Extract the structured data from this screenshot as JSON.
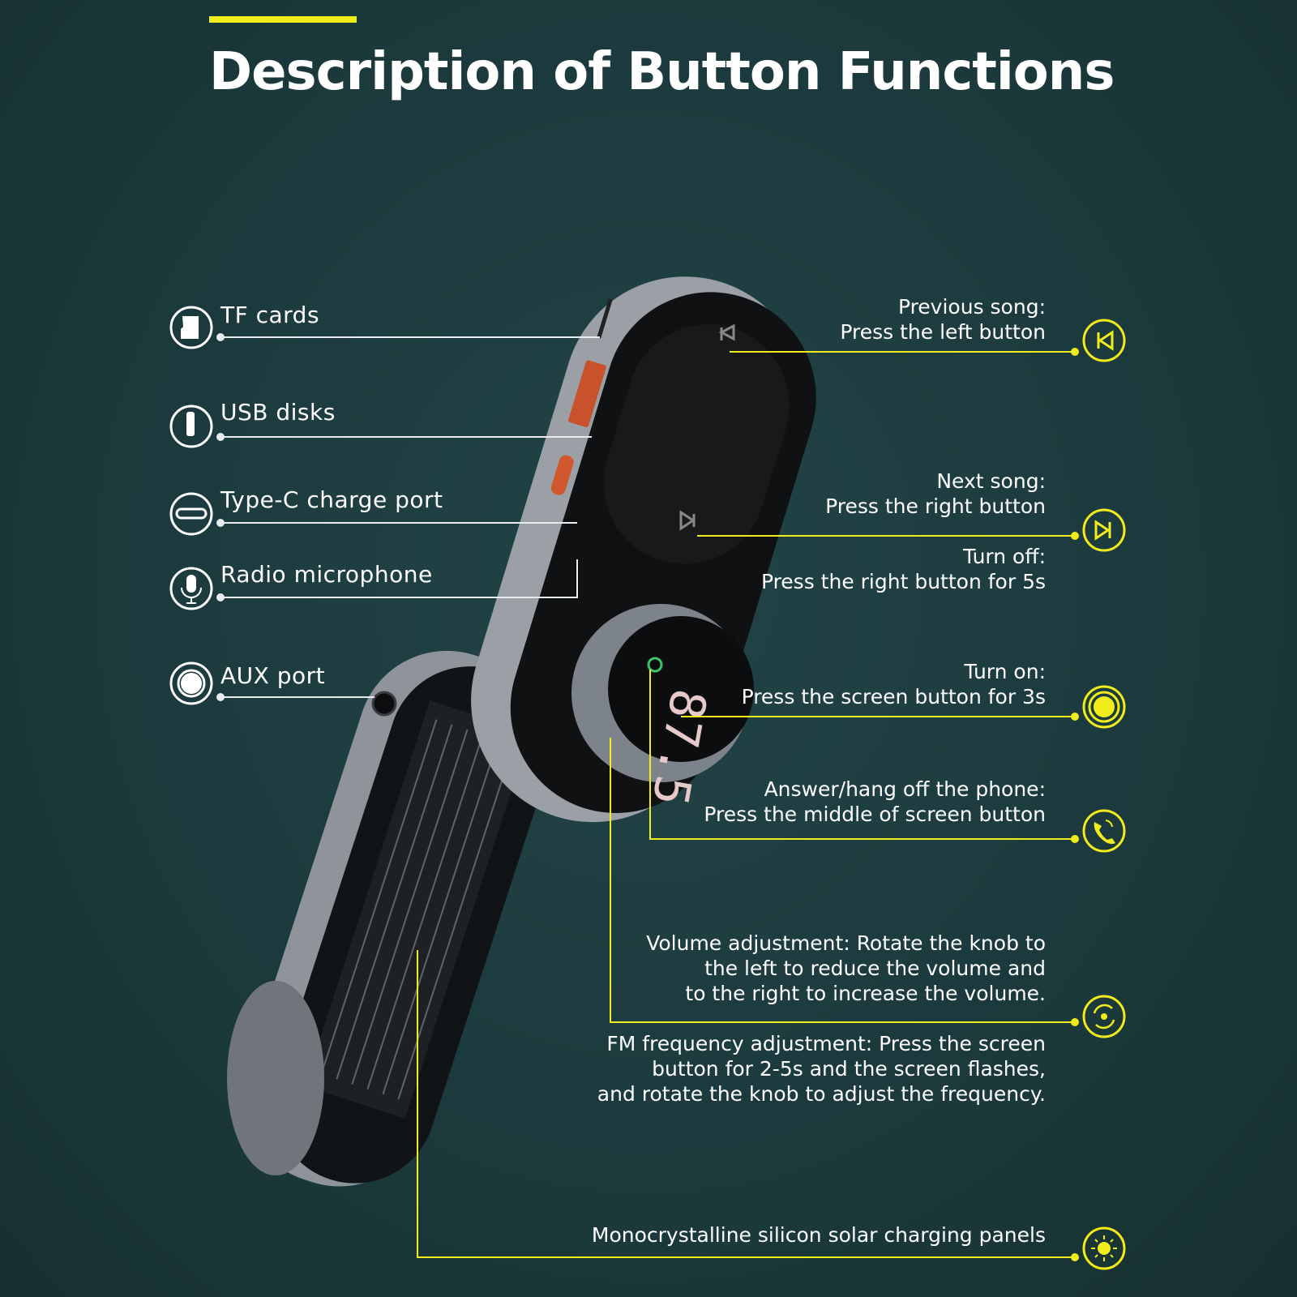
{
  "colors": {
    "accent": "#f2ec1c",
    "background": "#1c3a3d",
    "text": "#ffffff"
  },
  "title": "Description of Button Functions",
  "device_display": "87.5",
  "left_features": [
    {
      "label": "TF cards",
      "icon": "tf-card-icon"
    },
    {
      "label": "USB disks",
      "icon": "usb-drive-icon"
    },
    {
      "label": "Type-C charge port",
      "icon": "type-c-port-icon"
    },
    {
      "label": "Radio microphone",
      "icon": "microphone-icon"
    },
    {
      "label": "AUX port",
      "icon": "aux-port-icon"
    }
  ],
  "right_features": [
    {
      "lines": [
        "Previous song:",
        "Press the left button"
      ],
      "icon": "previous-track-icon"
    },
    {
      "lines": [
        "Next song:",
        "Press the right button"
      ],
      "icon": "next-track-icon"
    },
    {
      "lines": [
        "Turn off:",
        "Press the right button for 5s"
      ]
    },
    {
      "lines": [
        "Turn on:",
        "Press the screen button for 3s"
      ],
      "icon": "power-button-icon"
    },
    {
      "lines": [
        "Answer/hang off  the phone:",
        "Press the middle of screen button"
      ],
      "icon": "phone-icon"
    },
    {
      "lines": [
        "Volume adjustment: Rotate the knob to",
        "the left to reduce the volume and",
        "to the right to increase the volume."
      ],
      "icon": "rotate-knob-icon"
    },
    {
      "lines": [
        "FM frequency adjustment: Press the screen",
        "button for 2-5s and the screen flashes,",
        "and rotate the knob to adjust the frequency."
      ]
    },
    {
      "lines": [
        "Monocrystalline silicon solar charging panels"
      ],
      "icon": "sun-icon"
    }
  ]
}
